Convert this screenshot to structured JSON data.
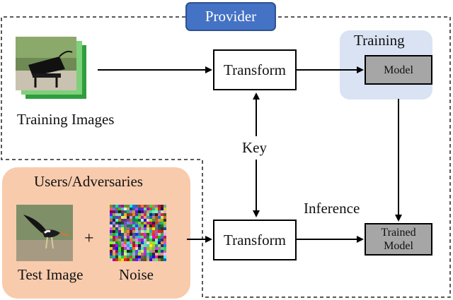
{
  "provider": {
    "label": "Provider"
  },
  "training_region": {
    "label": "Training"
  },
  "training_images": {
    "label": "Training Images"
  },
  "transform_top": {
    "label": "Transform"
  },
  "transform_bottom": {
    "label": "Transform"
  },
  "key": {
    "label": "Key"
  },
  "model": {
    "label": "Model"
  },
  "trained_model": {
    "line1": "Trained",
    "line2": "Model"
  },
  "inference": {
    "label": "Inference"
  },
  "users": {
    "label": "Users/Adversaries",
    "test_image": "Test Image",
    "plus": "+",
    "noise": "Noise"
  },
  "colors": {
    "provider_fill": "#4472c4",
    "users_fill": "#f8cbad",
    "training_fill": "#dae3f3",
    "model_fill": "#a6a6a6"
  },
  "icons": {
    "training_images": "piano-photo-stack",
    "test_image": "bird-photo",
    "noise": "random-noise-pattern"
  }
}
